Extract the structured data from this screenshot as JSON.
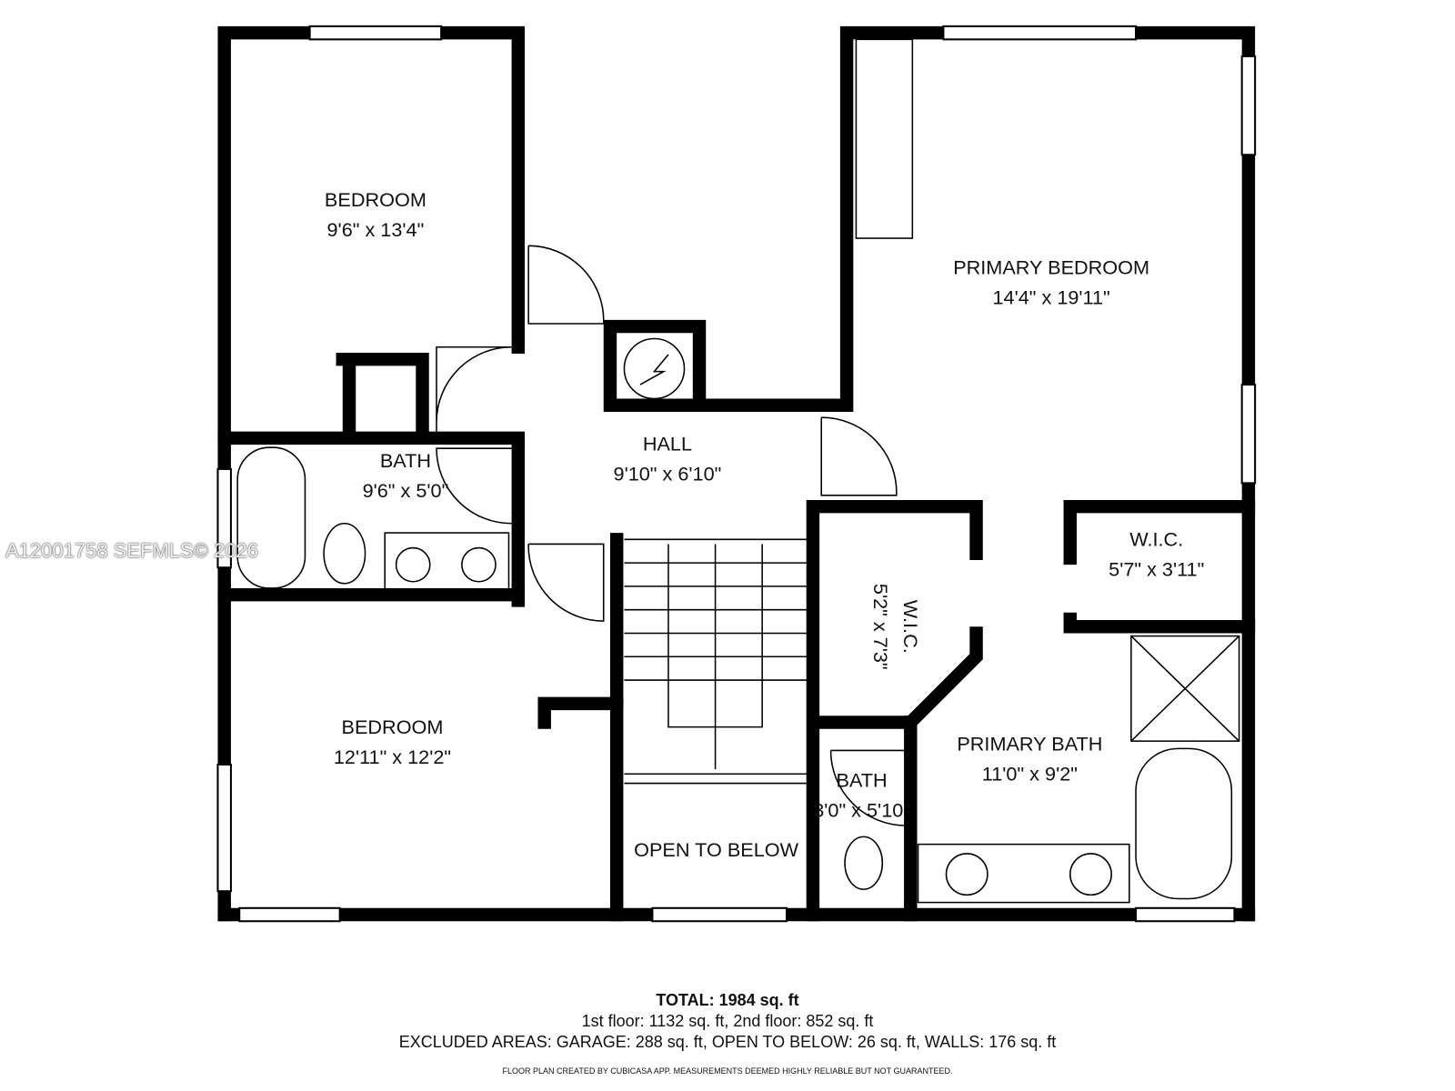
{
  "rooms": [
    {
      "name": "BEDROOM",
      "dims": "9'6\" x 13'4\""
    },
    {
      "name": "PRIMARY BEDROOM",
      "dims": "14'4\" x 19'11\""
    },
    {
      "name": "HALL",
      "dims": "9'10\" x 6'10\""
    },
    {
      "name": "BATH",
      "dims": "9'6\" x 5'0\""
    },
    {
      "name": "W.I.C.",
      "dims": "5'7\" x 3'11\""
    },
    {
      "name": "W.I.C.",
      "dims": "5'2\" x 7'3\""
    },
    {
      "name": "BEDROOM",
      "dims": "12'11\" x 12'2\""
    },
    {
      "name": "PRIMARY BATH",
      "dims": "11'0\" x 9'2\""
    },
    {
      "name": "BATH",
      "dims": "3'0\" x 5'10\""
    },
    {
      "name": "OPEN TO BELOW",
      "dims": ""
    }
  ],
  "footer": {
    "total": "TOTAL: 1984 sq. ft",
    "floors": "1st floor: 1132 sq. ft, 2nd floor: 852 sq. ft",
    "excluded": "EXCLUDED AREAS: GARAGE: 288 sq. ft, OPEN TO BELOW: 26 sq. ft, WALLS: 176 sq. ft",
    "disclaimer": "FLOOR PLAN CREATED BY CUBICASA APP. MEASUREMENTS DEEMED HIGHLY RELIABLE BUT NOT GUARANTEED."
  },
  "watermark": "A12001758  SEFMLS© 2026",
  "colors": {
    "wall": "#000000",
    "background": "#ffffff"
  }
}
